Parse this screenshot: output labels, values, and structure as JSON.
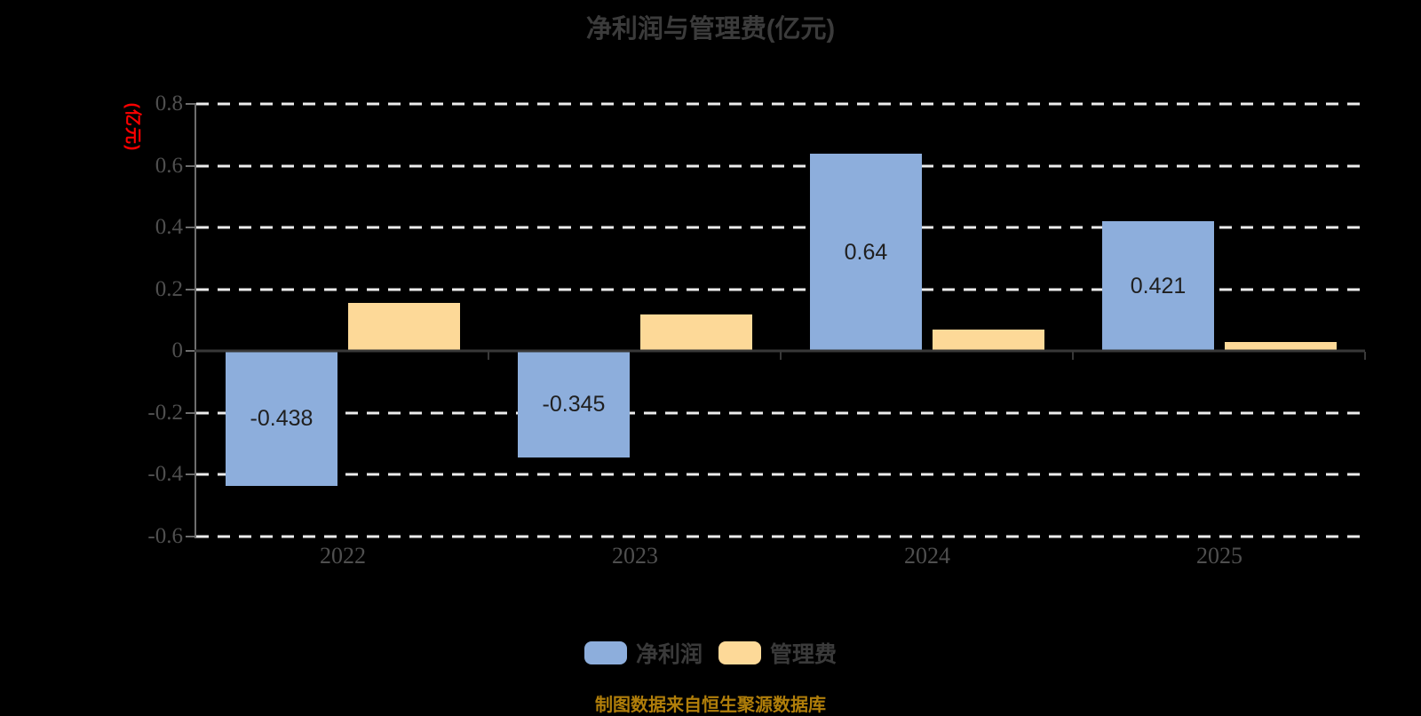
{
  "chart_data": {
    "type": "bar",
    "title": "净利润与管理费(亿元)",
    "ylabel": "(亿元)",
    "xlabel": "",
    "categories": [
      "2022",
      "2023",
      "2024",
      "2025"
    ],
    "series": [
      {
        "name": "净利润",
        "color": "#8DAEDC",
        "values": [
          -0.438,
          -0.345,
          0.64,
          0.421
        ],
        "labels": [
          "-0.438",
          "-0.345",
          "0.64",
          "0.421"
        ]
      },
      {
        "name": "管理费",
        "color": "#FDD998",
        "values": [
          0.155,
          0.12,
          0.07,
          0.03
        ],
        "labels": [
          null,
          null,
          null,
          null
        ]
      }
    ],
    "ylim": [
      -0.6,
      0.8
    ],
    "yticks": [
      0.8,
      0.6,
      0.4,
      0.2,
      0,
      -0.2,
      -0.4,
      -0.6
    ],
    "grid": "dashed horizontal, white, behind bars",
    "legend_position": "bottom-center",
    "source_note": "制图数据来自恒生聚源数据库"
  },
  "colors": {
    "background": "#000000",
    "net_profit_bar": "#8DAEDC",
    "mgmt_fee_bar": "#FDD998",
    "axis_spine": "#6E6E6E",
    "zero_line": "#383838",
    "gridline": "#ECECEC",
    "tick_text": "#4F4F4F",
    "title_text": "#3B3B3B",
    "ylabel_text": "#FF0000",
    "source_text": "#B07E0A",
    "data_label_text": "#1F1F1F",
    "legend_text": "#3A3A3A"
  }
}
